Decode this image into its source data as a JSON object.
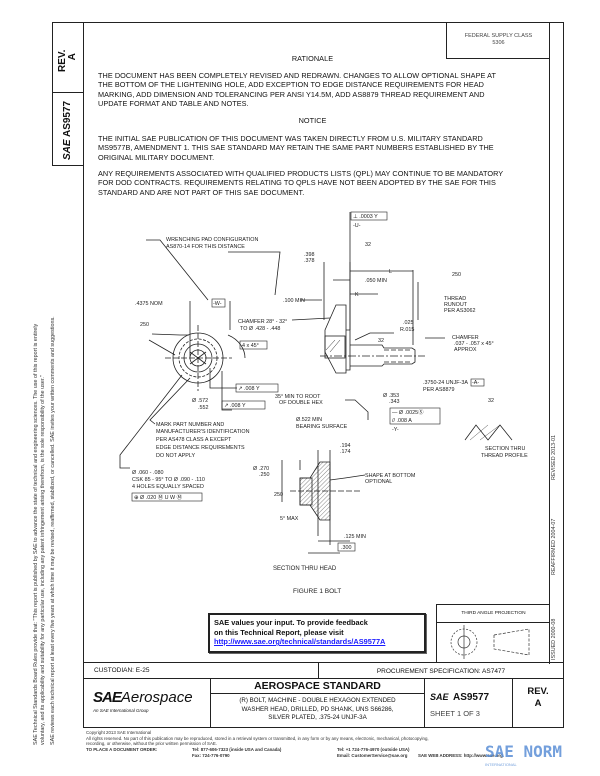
{
  "document": {
    "fsc": {
      "label": "FEDERAL SUPPLY CLASS",
      "value": "5306"
    },
    "left_strip": {
      "rev_label": "REV.",
      "rev_value": "A",
      "sae_logo": "SAE",
      "doc_number": "AS9577"
    },
    "rationale": {
      "heading": "RATIONALE",
      "lines": [
        "THE DOCUMENT HAS BEEN COMPLETELY REVISED AND REDRAWN. CHANGES TO ALLOW OPTIONAL SHAPE AT",
        "THE BOTTOM OF THE LIGHTENING HOLE, ADD EXCEPTION TO EDGE DISTANCE REQUIREMENTS FOR HEAD",
        "MARKING, ADD DIMENSION AND TOLERANCING PER ANSI Y14.5M, ADD AS8879 THREAD REQUIREMENT AND",
        "UPDATE FORMAT AND TABLE AND NOTES."
      ]
    },
    "notice": {
      "heading": "NOTICE",
      "para1": [
        "THE INITIAL SAE PUBLICATION OF THIS DOCUMENT WAS TAKEN DIRECTLY FROM U.S. MILITARY STANDARD",
        "MS9577B, AMENDMENT 1. THIS SAE STANDARD MAY RETAIN THE SAME PART NUMBERS ESTABLISHED BY THE",
        "ORIGINAL MILITARY DOCUMENT."
      ],
      "para2": [
        "ANY REQUIREMENTS ASSOCIATED WITH QUALIFIED PRODUCTS LISTS (QPL) MAY CONTINUE TO BE MANDATORY",
        "FOR DOD CONTRACTS. REQUIREMENTS RELATING TO QPLS HAVE NOT BEEN ADOPTED BY THE SAE FOR THIS",
        "STANDARD AND ARE NOT PART OF THIS SAE DOCUMENT."
      ]
    },
    "left_margin_text": [
      "SAE Technical Standards Board Rules provide that: \"This report is published by SAE to advance the state of technical and engineering sciences. The use of this report is entirely",
      "voluntary, and its applicability and suitability for any particular use, including any patent infringement arising therefrom, is the sole responsibility of the user.\"",
      "SAE reviews each technical report at least every five years at which time it may be revised, reaffirmed, stabilized, or cancelled. SAE invites your written comments and suggestions."
    ],
    "right_margin_text": {
      "issued": "ISSUED 2000-08",
      "reaffirmed": "REAFFIRMED 2004-07",
      "revised": "REVISED 2013-01"
    }
  },
  "drawing": {
    "wrenching_pad": [
      "WRENCHING PAD CONFIGURATION",
      "AS870-14 FOR THIS DISTANCE"
    ],
    "nom": ".4375 NOM",
    "datum_w": "-W-",
    "finish_250_a": "250",
    "chamfer_4x45": "4 x 45°",
    "chamfer_head": [
      "CHAMFER 28° - 32°",
      "TO Ø .428 - .448"
    ],
    "min_100": ".100 MIN",
    "dim_398": [
      ".398",
      ".378"
    ],
    "perp_frame": [
      "⊥",
      ".0003",
      "Y"
    ],
    "datum_u": "-U-",
    "finish_32_a": "32",
    "dim_L": "L",
    "min_050": ".050 MIN",
    "dim_K": "K",
    "finish_250_b": "250",
    "thread_runout": [
      "THREAD",
      "RUNOUT",
      "PER AS3062"
    ],
    "radius": [
      ".025",
      "R.015"
    ],
    "chamfer_end": [
      "CHAMFER",
      ".037 - .057 x 45°",
      "APPROX"
    ],
    "finish_32_b": "32",
    "thread_spec": [
      ".3750-24 UNJF-3A",
      "PER AS8879"
    ],
    "datum_a": "-A-",
    "dia_353": [
      "Ø .353",
      ".343"
    ],
    "frame_straight": [
      "—",
      "Ø .0025",
      "Ⓢ"
    ],
    "frame_parallel_a": [
      "//",
      ".008",
      "A"
    ],
    "datum_y": "-Y-",
    "finish_32_c": "32",
    "section_thread": [
      "SECTION THRU",
      "THREAD PROFILE"
    ],
    "bearing": [
      "Ø.522 MIN",
      "BEARING SURFACE"
    ],
    "root_hex": [
      "35° MIN TO ROOT",
      "OF DOUBLE HEX"
    ],
    "frame_runout_y1": [
      "↗",
      ".008",
      "Y"
    ],
    "dia_572": [
      "Ø .572",
      ".552"
    ],
    "frame_runout_y2": [
      "↗",
      ".008",
      "Y"
    ],
    "mark_note": [
      "MARK PART NUMBER AND",
      "MANUFACTURER'S IDENTIFICATION",
      "PER AS478 CLASS A EXCEPT",
      "EDGE DISTANCE REQUIREMENTS",
      "DO NOT APPLY"
    ],
    "holes_note": [
      "Ø .060 - .080",
      "CSK 85 - 95° TO Ø .090 - .110",
      "4 HOLES EQUALLY SPACED"
    ],
    "frame_position": [
      "⊕",
      "Ø .020 Ⓜ",
      "U",
      "W Ⓜ"
    ],
    "dim_194": [
      ".194",
      ".174"
    ],
    "dia_270": [
      "Ø .270",
      ".250"
    ],
    "shape_note": [
      "SHAPE AT BOTTOM",
      "OPTIONAL"
    ],
    "finish_250_c": "250",
    "max_5": "5° MAX",
    "min_125": ".125 MIN",
    "basic_300": ".300",
    "section_head": "SECTION THRU HEAD",
    "figure_caption": "FIGURE 1   BOLT"
  },
  "feedback": {
    "line1": "SAE values your input. To provide feedback",
    "line2": "on this Technical Report, please visit",
    "link": "http://www.sae.org/technical/standards/AS9577A"
  },
  "projection": {
    "label": "THIRD ANGLE PROJECTION"
  },
  "title_block": {
    "custodian": "CUSTODIAN:  E-25",
    "procurement": "PROCUREMENT SPECIFICATION:  AS7477",
    "logo_main": "SAE",
    "logo_word": "Aerospace",
    "logo_sub": "An SAE International Group",
    "heading": "AEROSPACE STANDARD",
    "description": [
      "(R) BOLT, MACHINE - DOUBLE HEXAGON EXTENDED",
      "WASHER HEAD, DRILLED, PD SHANK, UNS S66286,",
      "SILVER PLATED, .375-24 UNJF-3A"
    ],
    "doc_logo": "SAE",
    "doc_number": "AS9577",
    "sheet": "SHEET 1 OF 3",
    "rev_label": "REV.",
    "rev_value": "A"
  },
  "footer": {
    "copyright": "Copyright 2013 SAE International",
    "rights1": "All rights reserved. No part of this publication may be reproduced, stored in a retrieval system or transmitted, in any form or by any means, electronic, mechanical, photocopying,",
    "rights2": "recording, or otherwise, without the prior written permission of SAE.",
    "order_label": "TO PLACE A DOCUMENT ORDER:",
    "tel1": "Tel:  877-606-7323 (inside USA and Canada)",
    "fax": "Fax:  724-776-0790",
    "tel2": "Tel:  +1 724-776-4970 (outside USA)",
    "email": "Email:  CustomerService@sae.org",
    "web": "SAE WEB ADDRESS:   http://www.sae.org"
  },
  "watermark": {
    "text": "SAE NORM",
    "sub": "INTERNATIONAL"
  }
}
